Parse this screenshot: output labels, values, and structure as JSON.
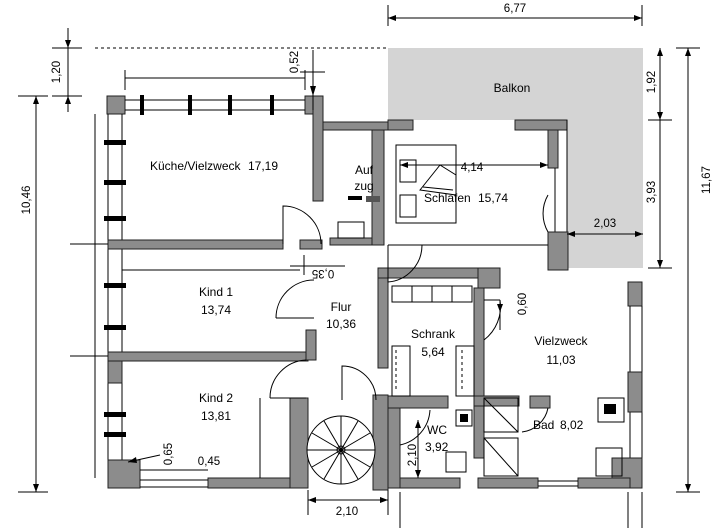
{
  "rooms": {
    "balkon": {
      "name": "Balkon"
    },
    "kueche": {
      "name": "Küche/Vielzweck",
      "area": "17,19"
    },
    "aufzug": {
      "line1": "Auf",
      "line2": "zug"
    },
    "schlafen": {
      "name": "Schlafen",
      "area": "15,74"
    },
    "kind1": {
      "name": "Kind 1",
      "area": "13,74"
    },
    "flur": {
      "name": "Flur",
      "area": "10,36"
    },
    "schrank": {
      "name": "Schrank",
      "area": "5,64"
    },
    "vielzweck": {
      "name": "Vielzweck",
      "area": "11,03"
    },
    "kind2": {
      "name": "Kind 2",
      "area": "13,81"
    },
    "wc": {
      "name": "WC",
      "area": "3,92"
    },
    "bad": {
      "name": "Bad",
      "area": "8,02"
    }
  },
  "dimensions": {
    "top_width": "6,77",
    "top_left_height": "1,20",
    "window_offset": "0,52",
    "left_total_height": "10,46",
    "right_total_height": "11,67",
    "balcony_depth": "1,92",
    "bay_height": "3,93",
    "bay_width": "2,03",
    "bed_width": "4,14",
    "door_offset_flur": "0,35",
    "door_offset_vielzweck": "0,60",
    "corner_offset_kind2": "0,65",
    "kind2_window_offset": "0,45",
    "wc_height": "2,10",
    "stair_width": "2,10"
  }
}
